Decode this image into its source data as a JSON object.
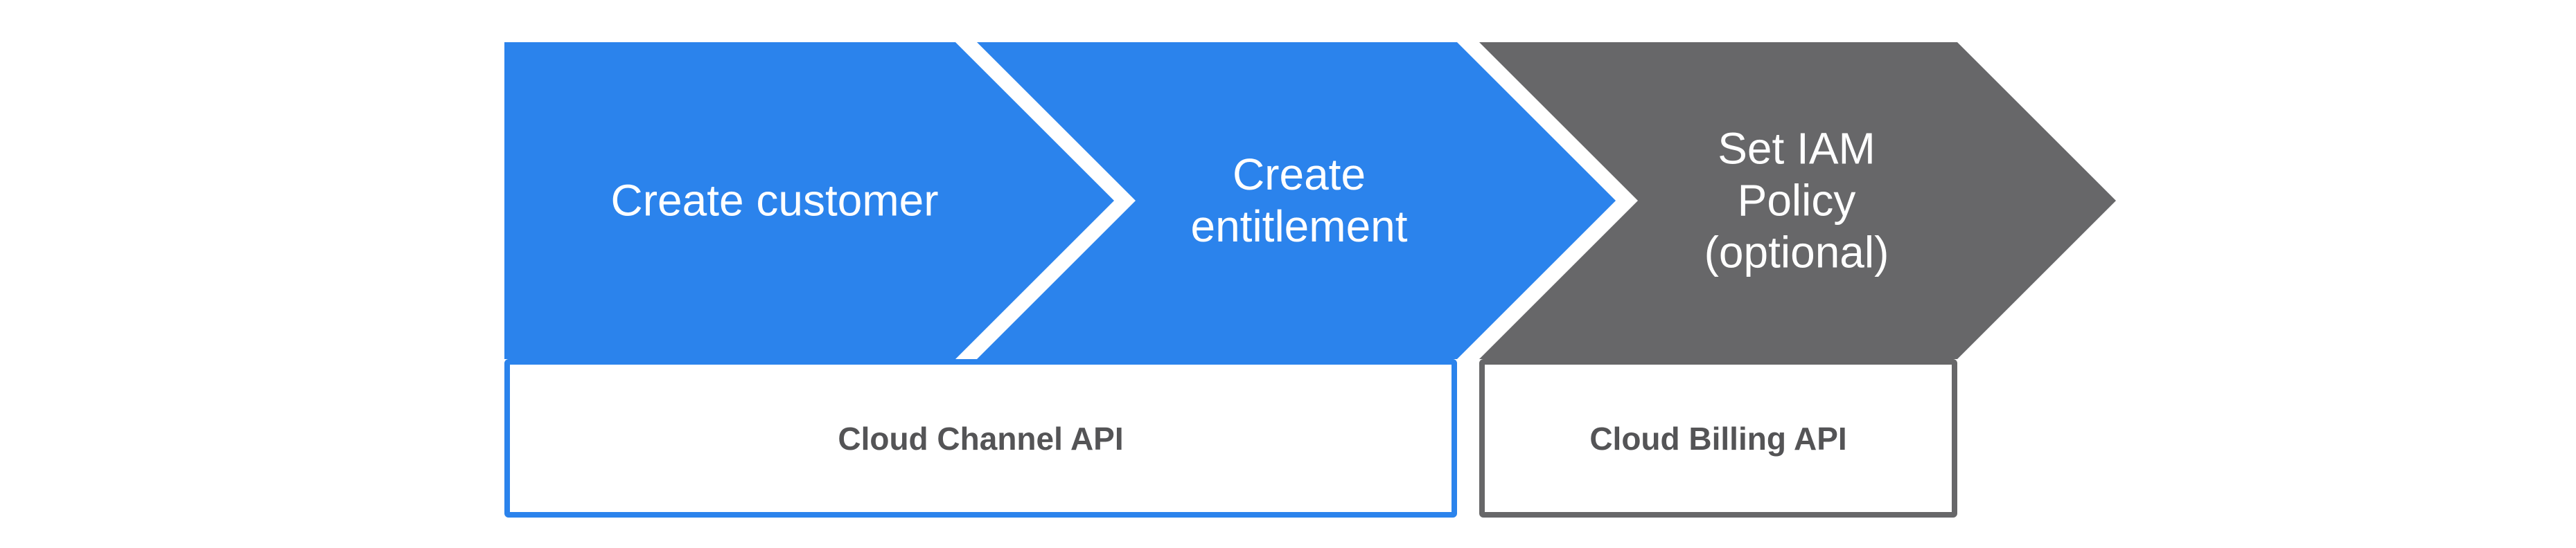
{
  "diagram": {
    "background": "#ffffff",
    "colors": {
      "step_blue": "#2b83ec",
      "step_gray": "#676769",
      "arrow_text": "#ffffff",
      "box_text": "#545456",
      "box_fill": "#ffffff"
    },
    "steps": [
      {
        "name": "Create customer",
        "lines": [
          "Create customer"
        ],
        "fill": "#2b83ec"
      },
      {
        "name": "Create entitlement",
        "lines": [
          "Create",
          "entitlement"
        ],
        "fill": "#2b83ec"
      },
      {
        "name": "Set IAM Policy (optional)",
        "lines": [
          "Set IAM",
          "Policy",
          "(optional)"
        ],
        "fill": "#676769"
      }
    ],
    "api_boxes": [
      {
        "label": "Cloud Channel API",
        "border_color": "#2b83ec"
      },
      {
        "label": "Cloud Billing API",
        "border_color": "#676769"
      }
    ]
  }
}
